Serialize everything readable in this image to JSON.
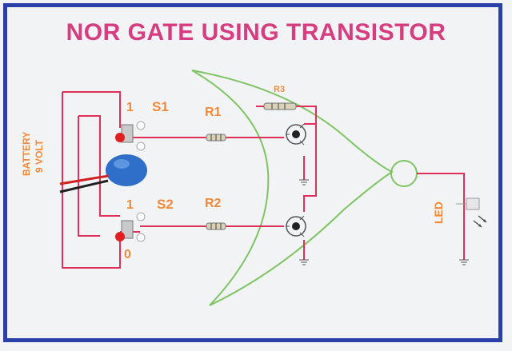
{
  "title": "NOR GATE USING TRANSISTOR",
  "battery": {
    "line1": "BATTERY",
    "line2": "9 VOLT"
  },
  "switch1": {
    "name": "S1",
    "state_on": "1"
  },
  "switch2": {
    "name": "S2",
    "state_on": "1",
    "state_off": "0"
  },
  "resistors": {
    "r1": "R1",
    "r2": "R2",
    "r3": "R3"
  },
  "output": {
    "label": "LED"
  },
  "colors": {
    "title": "#d63c80",
    "labels": "#f08a3a",
    "wire": "#e0305a",
    "gate": "#7fc464",
    "frame": "#2a40a8",
    "battery": "#2f6fc9"
  }
}
